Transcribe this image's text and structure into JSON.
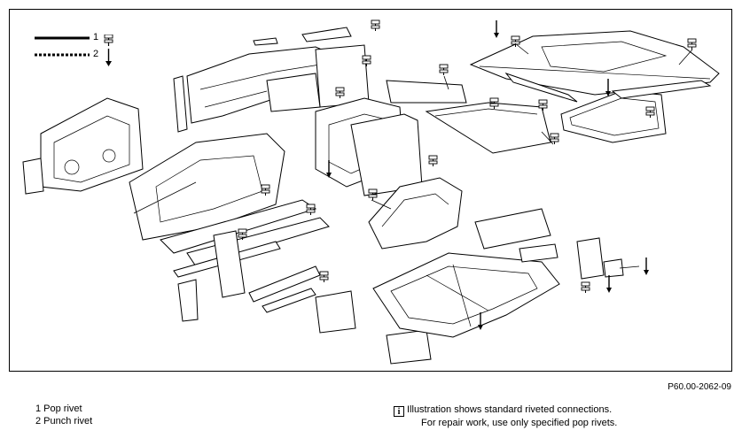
{
  "legend": {
    "key_1": "1",
    "key_2": "2",
    "items": [
      "1 Pop rivet",
      "2 Punch rivet"
    ]
  },
  "figure_code": "P60.00-2062-09",
  "note": {
    "icon": "info-icon",
    "icon_glyph": "i",
    "line1": "Illustration shows standard riveted connections.",
    "line2": "For repair work, use only specified pop rivets."
  }
}
